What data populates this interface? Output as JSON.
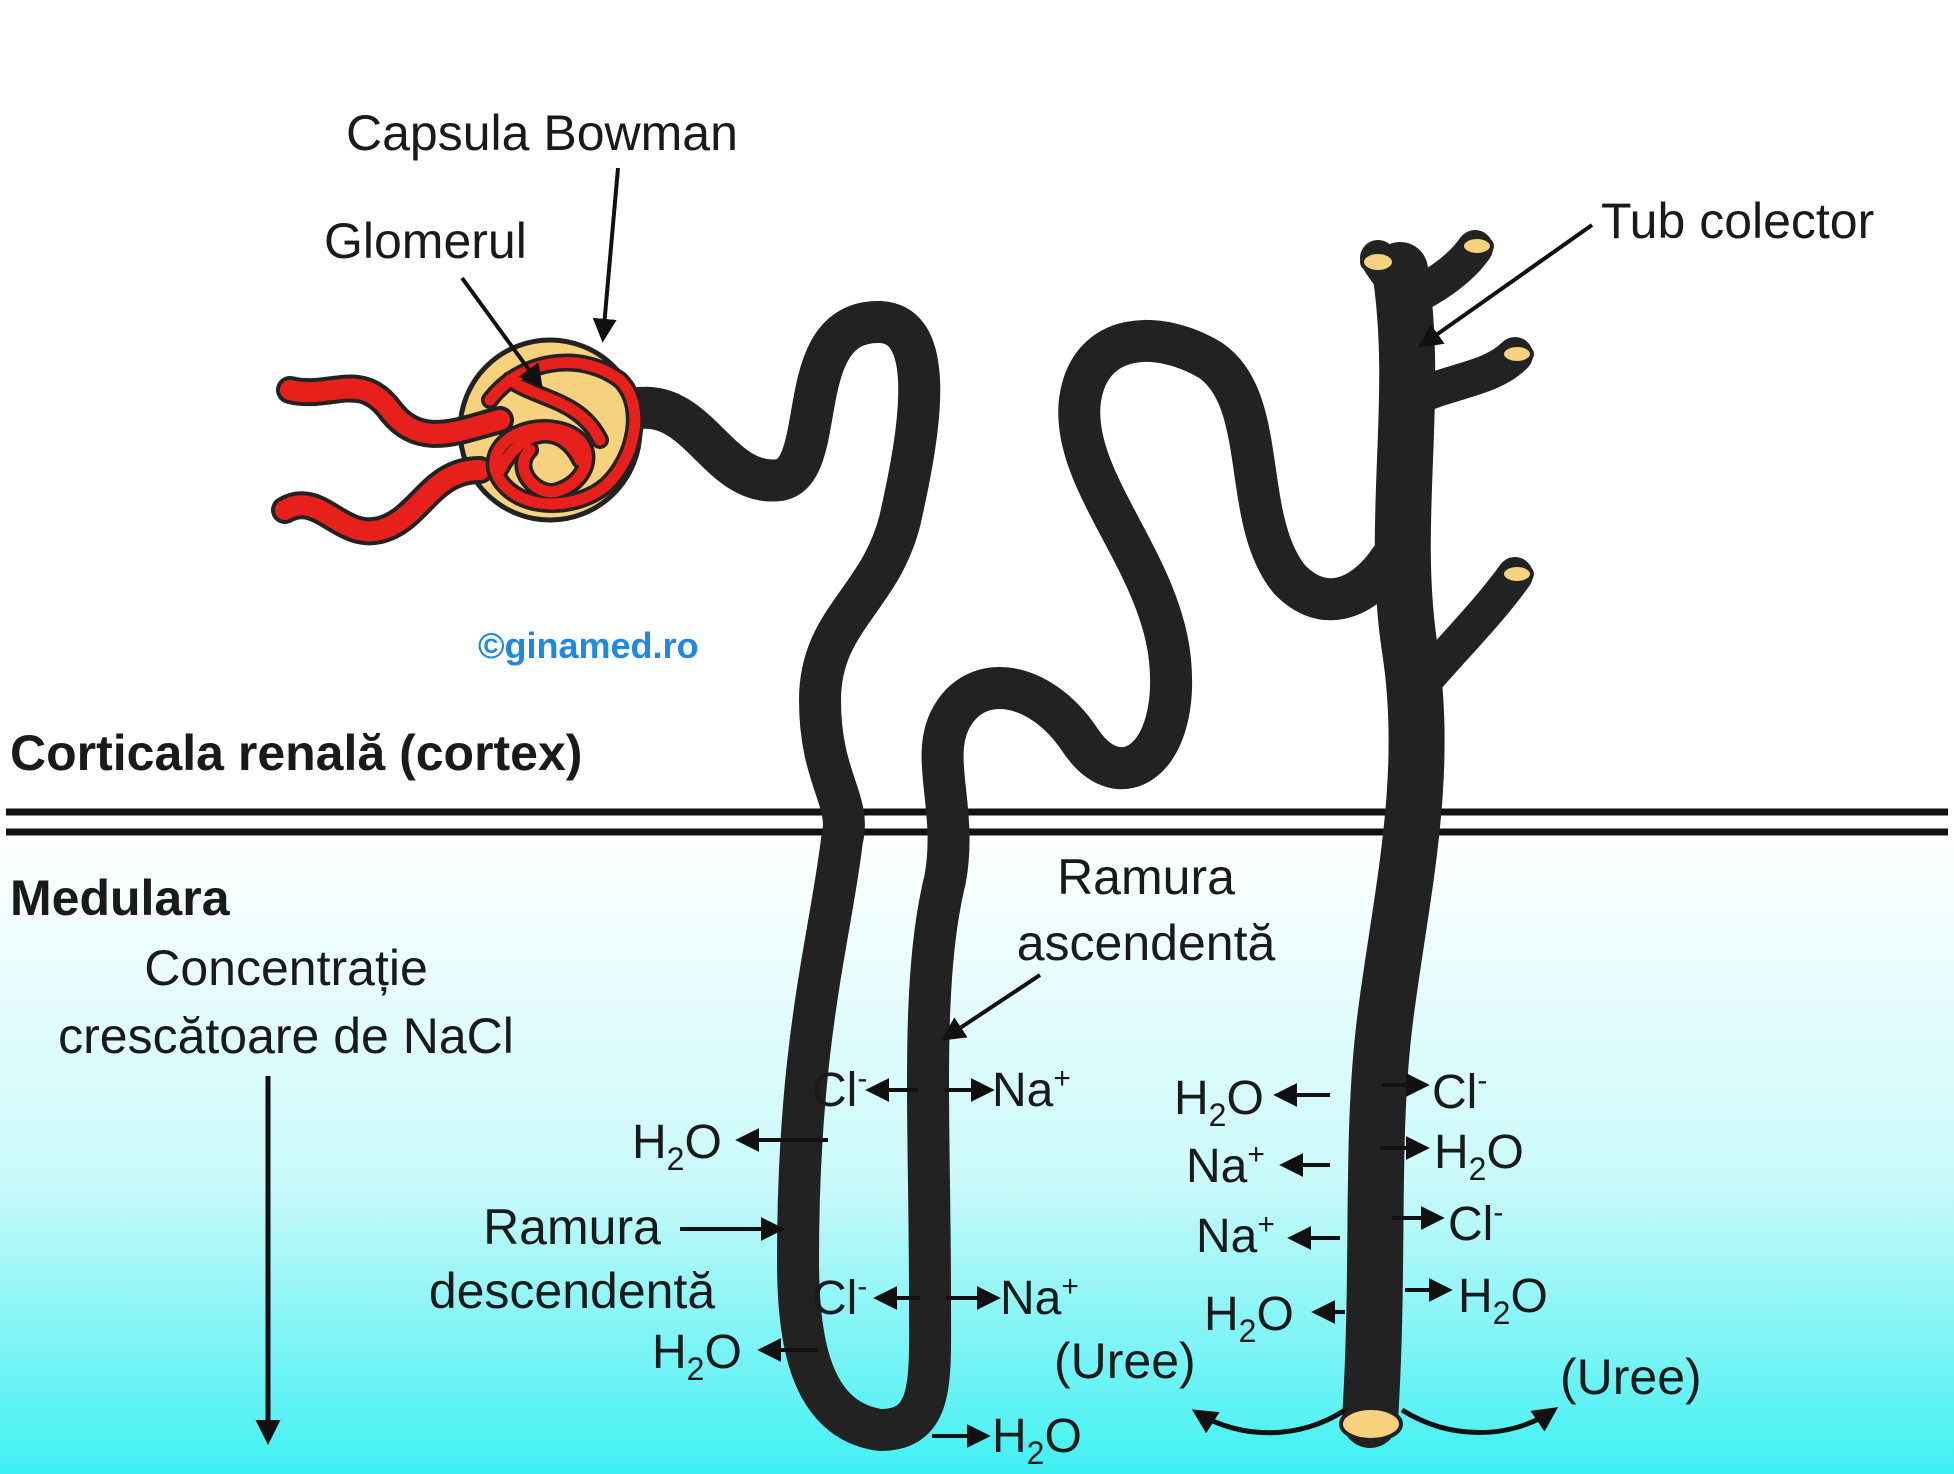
{
  "labels": {
    "capsula_bowman": "Capsula Bowman",
    "glomerul": "Glomerul",
    "tub_colector": "Tub colector",
    "watermark": "©ginamed.ro",
    "cortex": "Corticala renală (cortex)",
    "medulara": "Medulara",
    "gradient_line1": "Concentrație",
    "gradient_line2": "crescătoare de NaCl",
    "ascending_line1": "Ramura",
    "ascending_line2": "ascendentă",
    "descending_line1": "Ramura",
    "descending_line2": "descendentă",
    "uree_left": "(Uree)",
    "uree_right": "(Uree)"
  },
  "ions": {
    "cl": "Cl",
    "na": "Na",
    "h": "H",
    "o": "O",
    "two": "2",
    "minus": "-",
    "plus": "+"
  },
  "colors": {
    "tubule": "#f6d17e",
    "capillary": "#e8201c",
    "outline": "#222222",
    "medulla_top": "#ffffff",
    "medulla_bottom": "#3ff0f2",
    "watermark": "#1e88e5"
  }
}
